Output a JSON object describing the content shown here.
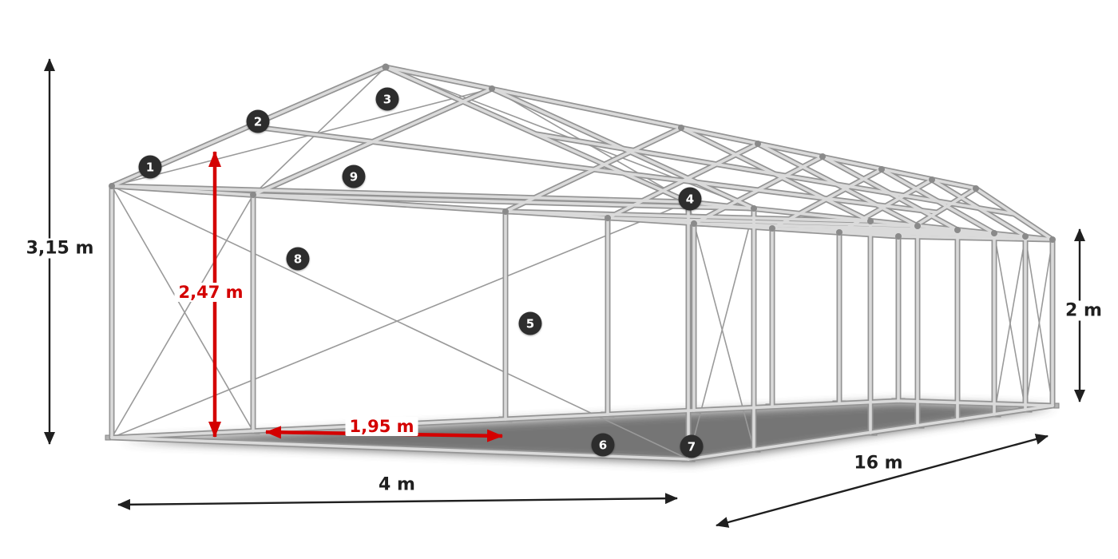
{
  "dimensions": {
    "total_height": {
      "label": "3,15 m"
    },
    "clear_height": {
      "label": "2,47 m"
    },
    "bay_spacing": {
      "label": "1,95 m"
    },
    "width": {
      "label": "4 m"
    },
    "length": {
      "label": "16 m"
    },
    "side_height": {
      "label": "2 m"
    }
  },
  "markers": [
    {
      "label": "1"
    },
    {
      "label": "2"
    },
    {
      "label": "3"
    },
    {
      "label": "4"
    },
    {
      "label": "5"
    },
    {
      "label": "6"
    },
    {
      "label": "7"
    },
    {
      "label": "8"
    },
    {
      "label": "9"
    }
  ],
  "colors": {
    "dimension_text": "#1f1f1f",
    "accent_red": "#d40000",
    "frame_gray": "#c9c9c9",
    "badge_background": "#2d2d2d"
  }
}
